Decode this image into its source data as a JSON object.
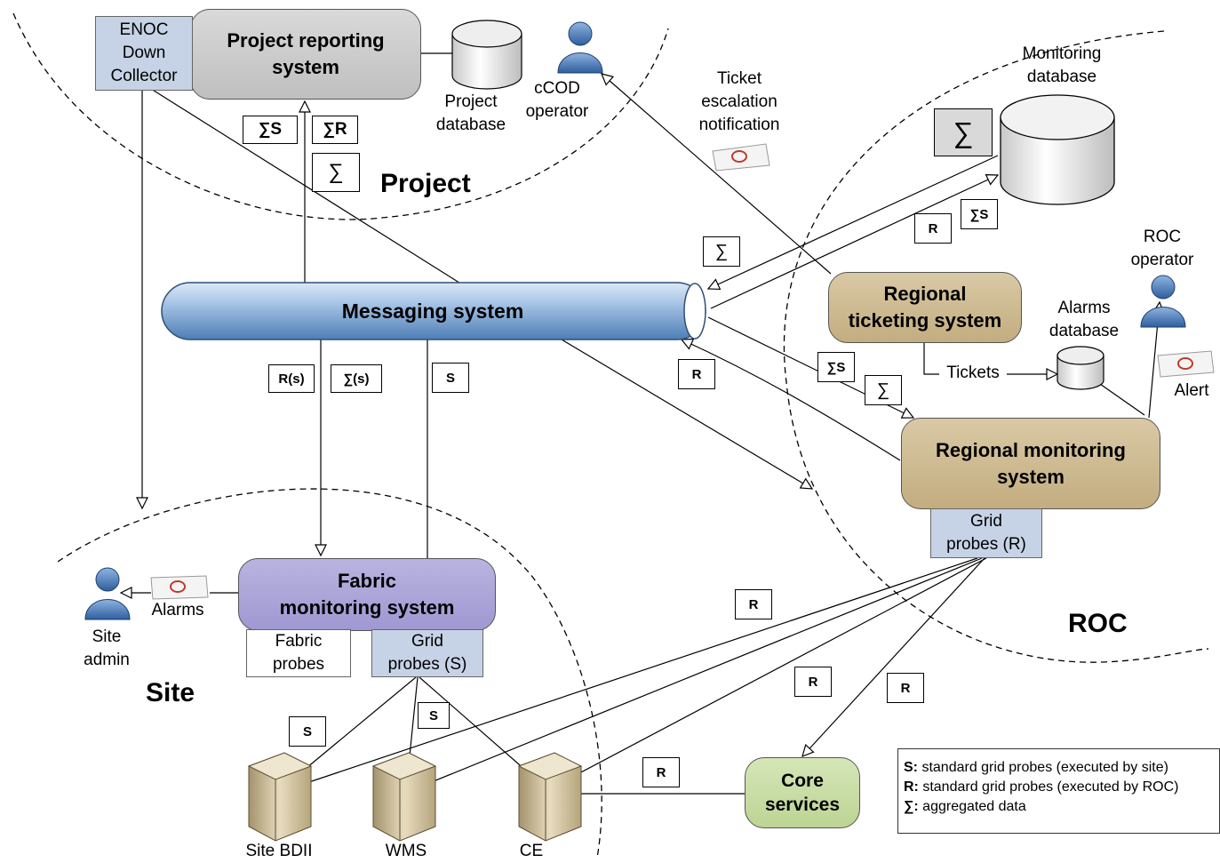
{
  "zones": {
    "project": "Project",
    "roc": "ROC",
    "site": "Site"
  },
  "systems": {
    "project_reporting": "Project reporting\nsystem",
    "messaging": "Messaging system",
    "regional_ticketing": "Regional\nticketing system",
    "regional_monitoring": "Regional monitoring\nsystem",
    "fabric_monitoring": "Fabric\nmonitoring system",
    "core_services": "Core\nservices"
  },
  "boxes": {
    "enoc_collector": "ENOC\nDown\nCollector",
    "grid_probes_r": "Grid\nprobes (R)",
    "fabric_probes": "Fabric\nprobes",
    "grid_probes_s": "Grid\nprobes (S)"
  },
  "labels": {
    "project_database": "Project\ndatabase",
    "ccod_operator": "cCOD\noperator",
    "ticket_escalation": "Ticket\nescalation\nnotification",
    "monitoring_database": "Monitoring\ndatabase",
    "roc_operator": "ROC\noperator",
    "alarms_database": "Alarms\ndatabase",
    "tickets": "Tickets",
    "alert": "Alert",
    "alarms": "Alarms",
    "site_admin": "Site\nadmin",
    "site_bdii": "Site BDII",
    "wms": "WMS",
    "ce": "CE"
  },
  "tags": {
    "sum_s_project": "∑S",
    "sum_r_project": "∑R",
    "sum_project": "∑",
    "sum_monitoring_db": "∑",
    "r_monitoring": "R",
    "sum_s_monitoring": "∑S",
    "sum_messaging": "∑",
    "r_s": "R(s)",
    "sum_s_down": "∑(s)",
    "s_up": "S",
    "r_back": "R",
    "sum_s_regional": "∑S",
    "sum_regional": "∑",
    "r_probe_1": "R",
    "r_probe_2": "R",
    "r_probe_3": "R",
    "s_probe_1": "S",
    "s_probe_2": "S",
    "r_core": "R"
  },
  "legend": {
    "s_key": "S:",
    "s_text": " standard grid probes (executed by site)",
    "r_key": "R:",
    "r_text": " standard grid probes (executed by ROC)",
    "sum_key": "∑:",
    "sum_text": " aggregated data"
  },
  "icons": {
    "person": "person-icon",
    "email": "email-icon",
    "server": "server-icon",
    "database": "database-icon"
  }
}
